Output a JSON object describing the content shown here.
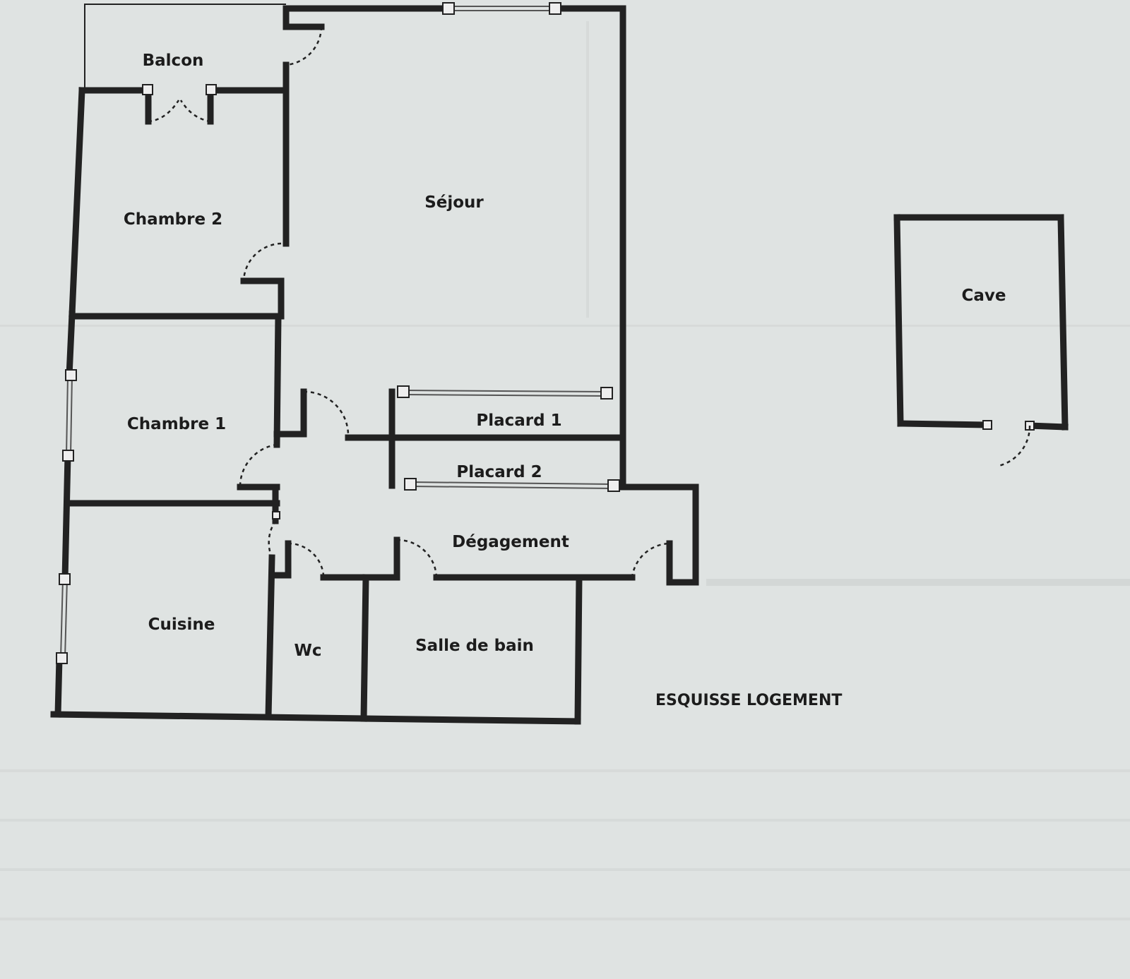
{
  "plan": {
    "title": "ESQUISSE LOGEMENT",
    "rooms": {
      "balcon": "Balcon",
      "sejour": "Séjour",
      "chambre2": "Chambre 2",
      "chambre1": "Chambre 1",
      "placard1": "Placard 1",
      "placard2": "Placard 2",
      "degagement": "Dégagement",
      "cuisine": "Cuisine",
      "wc": "Wc",
      "salle_de_bain": "Salle de bain",
      "cave": "Cave"
    },
    "colors": {
      "paper": "#dfe3e2",
      "wall": "#222222",
      "show_through_text": "#aeb3b3"
    }
  }
}
